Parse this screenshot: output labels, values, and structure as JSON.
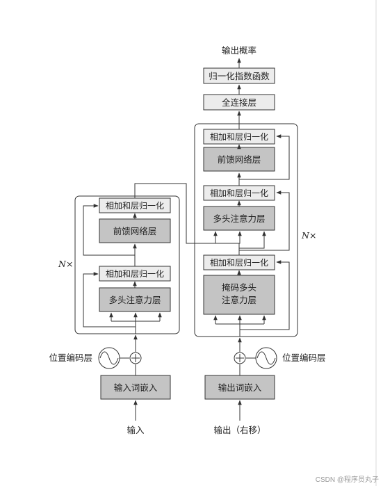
{
  "encoder": {
    "input_label": "输入",
    "embedding": "输入词嵌入",
    "positional_encoding": "位置编码层",
    "repeat": "N×",
    "attention": "多头注意力层",
    "add_norm_1": "相加和层归一化",
    "ffn": "前馈网络层",
    "add_norm_2": "相加和层归一化"
  },
  "decoder": {
    "input_label": "输出（右移）",
    "embedding": "输出词嵌入",
    "positional_encoding": "位置编码层",
    "repeat": "N×",
    "masked_attention": [
      "掩码多头",
      "注意力层"
    ],
    "add_norm_1": "相加和层归一化",
    "cross_attention": "多头注意力层",
    "add_norm_2": "相加和层归一化",
    "ffn": "前馈网络层",
    "add_norm_3": "相加和层归一化"
  },
  "head": {
    "linear": "全连接层",
    "softmax": "归一化指数函数",
    "output_label": "输出概率"
  },
  "watermark": "CSDN @程序员丸子"
}
